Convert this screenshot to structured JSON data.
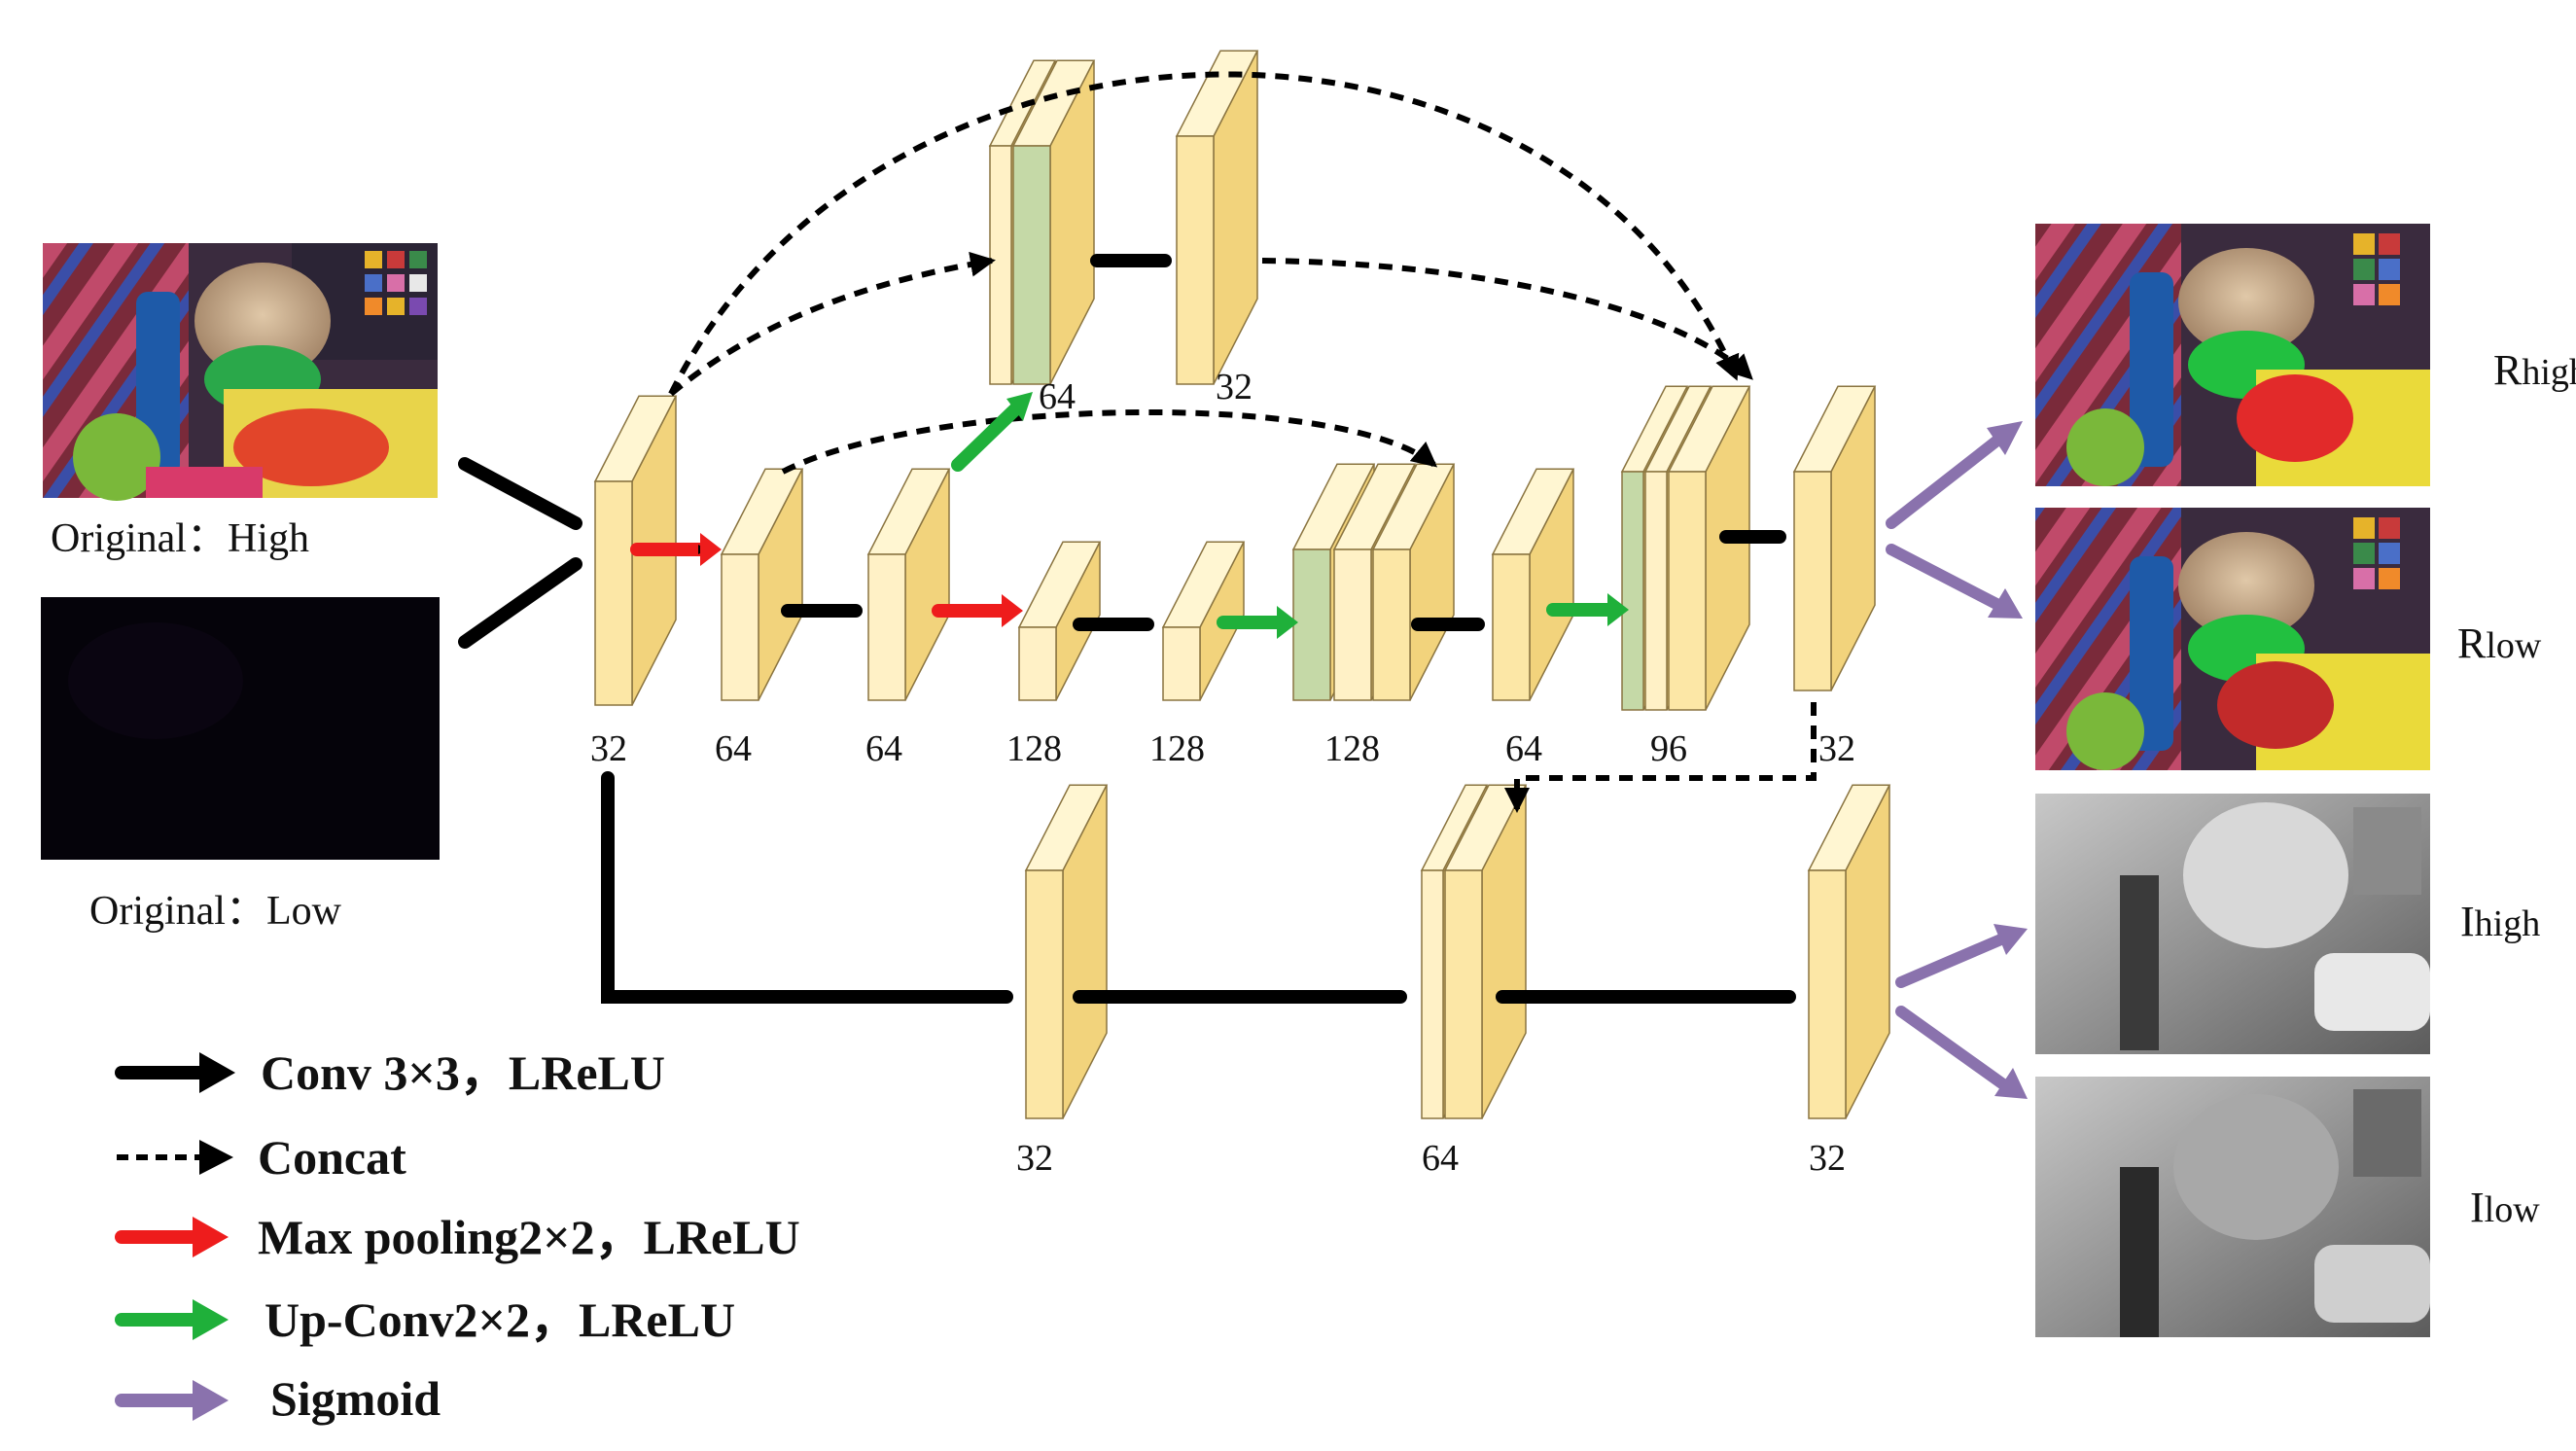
{
  "inputs": {
    "high_caption": "Original：High",
    "low_caption": "Original：Low"
  },
  "outputs": [
    {
      "base": "R",
      "sub": "high"
    },
    {
      "base": "R",
      "sub": "low"
    },
    {
      "base": "I",
      "sub": "high"
    },
    {
      "base": "I",
      "sub": "low"
    }
  ],
  "channels": {
    "main": [
      "32",
      "64",
      "64",
      "128",
      "128",
      "128",
      "64",
      "96",
      "32"
    ],
    "skip_top": [
      "64",
      "32"
    ],
    "bottom": [
      "32",
      "64",
      "32"
    ]
  },
  "legend": [
    {
      "label": "Conv 3×3，LReLU",
      "color": "#000000",
      "style": "solid",
      "icon": "black-arrow-icon"
    },
    {
      "label": "Concat",
      "color": "#000000",
      "style": "dashed",
      "icon": "dashed-arrow-icon"
    },
    {
      "label": "Max pooling2×2，LReLU",
      "color": "#ee1c1c",
      "style": "solid",
      "icon": "red-arrow-icon"
    },
    {
      "label": "Up-Conv2×2，LReLU",
      "color": "#1fb03a",
      "style": "solid",
      "icon": "green-arrow-icon"
    },
    {
      "label": "Sigmoid",
      "color": "#8a72ad",
      "style": "solid",
      "icon": "purple-arrow-icon"
    }
  ],
  "colors": {
    "block_front": "#fce7a6",
    "block_side": "#f2d37c",
    "block_top": "#fff6d2",
    "block_light": "#fff1c6",
    "block_green": "#c5d9a7",
    "black": "#000000",
    "red": "#ee1c1c",
    "green": "#1fb03a",
    "purple": "#8a72ad"
  }
}
